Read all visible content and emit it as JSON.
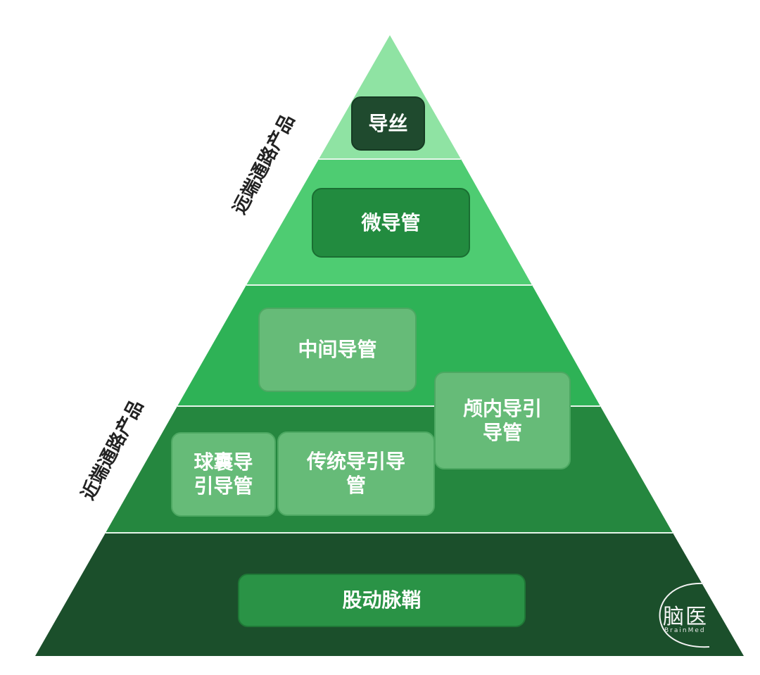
{
  "colors": {
    "tier1": "#8fe3a3",
    "tier2": "#4ecc72",
    "tier3": "#2eb256",
    "tier4": "#25873f",
    "tier5": "#1b4f2b",
    "divider": "#e6f5ea"
  },
  "side_labels": {
    "distal": "远端通路产品",
    "proximal": "近端通路产品"
  },
  "boxes": {
    "guidewire": "导丝",
    "microcatheter": "微导管",
    "intermediate": "中间导管",
    "intracranial_line1": "颅内导引",
    "intracranial_line2": "导管",
    "balloon_line1": "球囊导",
    "balloon_line2": "引导管",
    "traditional_line1": "传统导引导",
    "traditional_line2": "管",
    "sheath": "股动脉鞘"
  },
  "watermark": {
    "text": "脑医",
    "sub": "BrainMed"
  }
}
